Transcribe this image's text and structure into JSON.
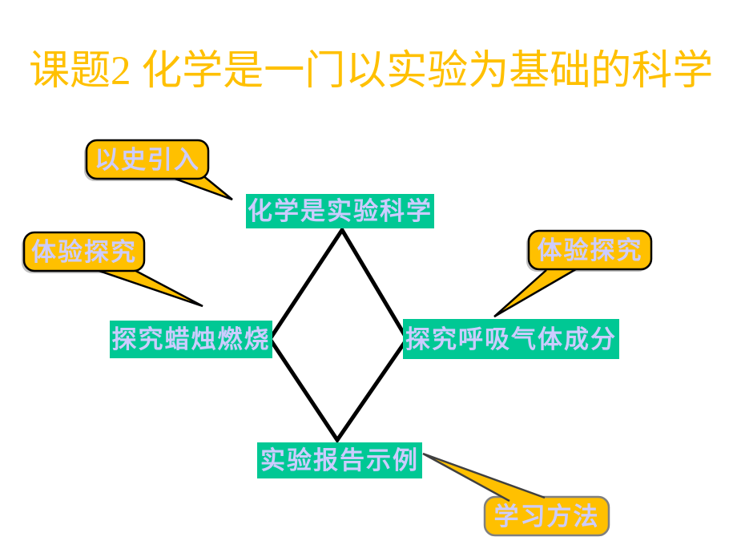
{
  "slide": {
    "title": "课题2 化学是一门以实验为基础的科学"
  },
  "colors": {
    "background": "#FFFFFF",
    "title_text": "#FFC000",
    "node_fill": "#00C894",
    "node_text": "#CCCCFF",
    "callout_fill": "#FFC000",
    "callout_text": "#CCCCFF",
    "callout_border": "#000000",
    "callout_shadow": "#8C8C8C",
    "method_callout_border": "#808080",
    "method_tail_border": "#404040",
    "connector": "#000000"
  },
  "nodes": {
    "top": {
      "label": "化学是实验科学"
    },
    "left": {
      "label": "探究蜡烛燃烧"
    },
    "right": {
      "label": "探究呼吸气体成分"
    },
    "bottom": {
      "label": "实验报告示例"
    }
  },
  "callouts": {
    "history": {
      "label": "以史引入"
    },
    "explore_left": {
      "label": "体验探究"
    },
    "explore_right": {
      "label": "体验探究"
    },
    "method": {
      "label": "学习方法"
    }
  }
}
